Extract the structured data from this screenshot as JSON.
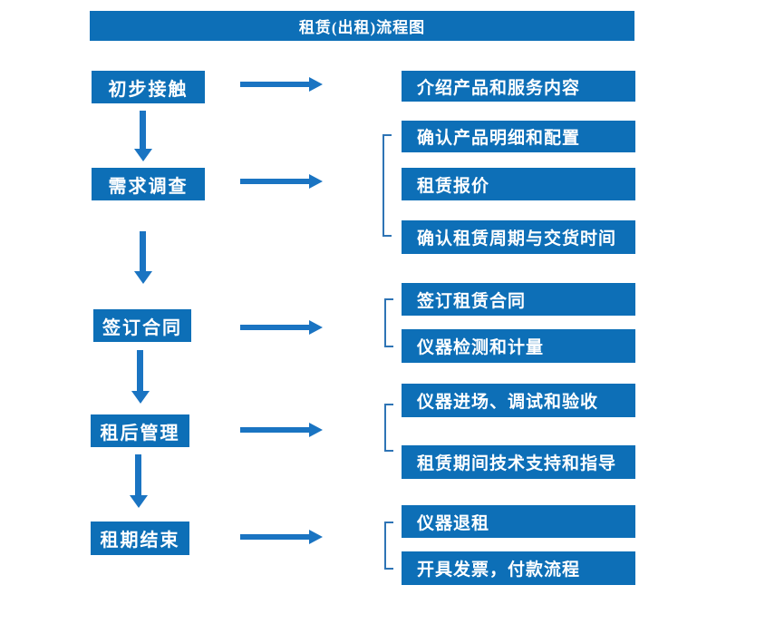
{
  "title": "租赁(出租)流程图",
  "colors": {
    "box_blue": "#0d6fb7",
    "arrow_blue": "#1a74c2",
    "bracket_blue": "#2e74b5",
    "text_white": "#ffffff"
  },
  "stages": [
    {
      "step": "初步接触",
      "details": [
        "介绍产品和服务内容"
      ]
    },
    {
      "step": "需求调查",
      "details": [
        "确认产品明细和配置",
        "租赁报价",
        "确认租赁周期与交货时间"
      ]
    },
    {
      "step": "签订合同",
      "details": [
        "签订租赁合同",
        "仪器检测和计量"
      ]
    },
    {
      "step": "租后管理",
      "details": [
        "仪器进场、调试和验收",
        "租赁期间技术支持和指导"
      ]
    },
    {
      "step": "租期结束",
      "details": [
        "仪器退租",
        "开具发票，付款流程"
      ]
    }
  ]
}
